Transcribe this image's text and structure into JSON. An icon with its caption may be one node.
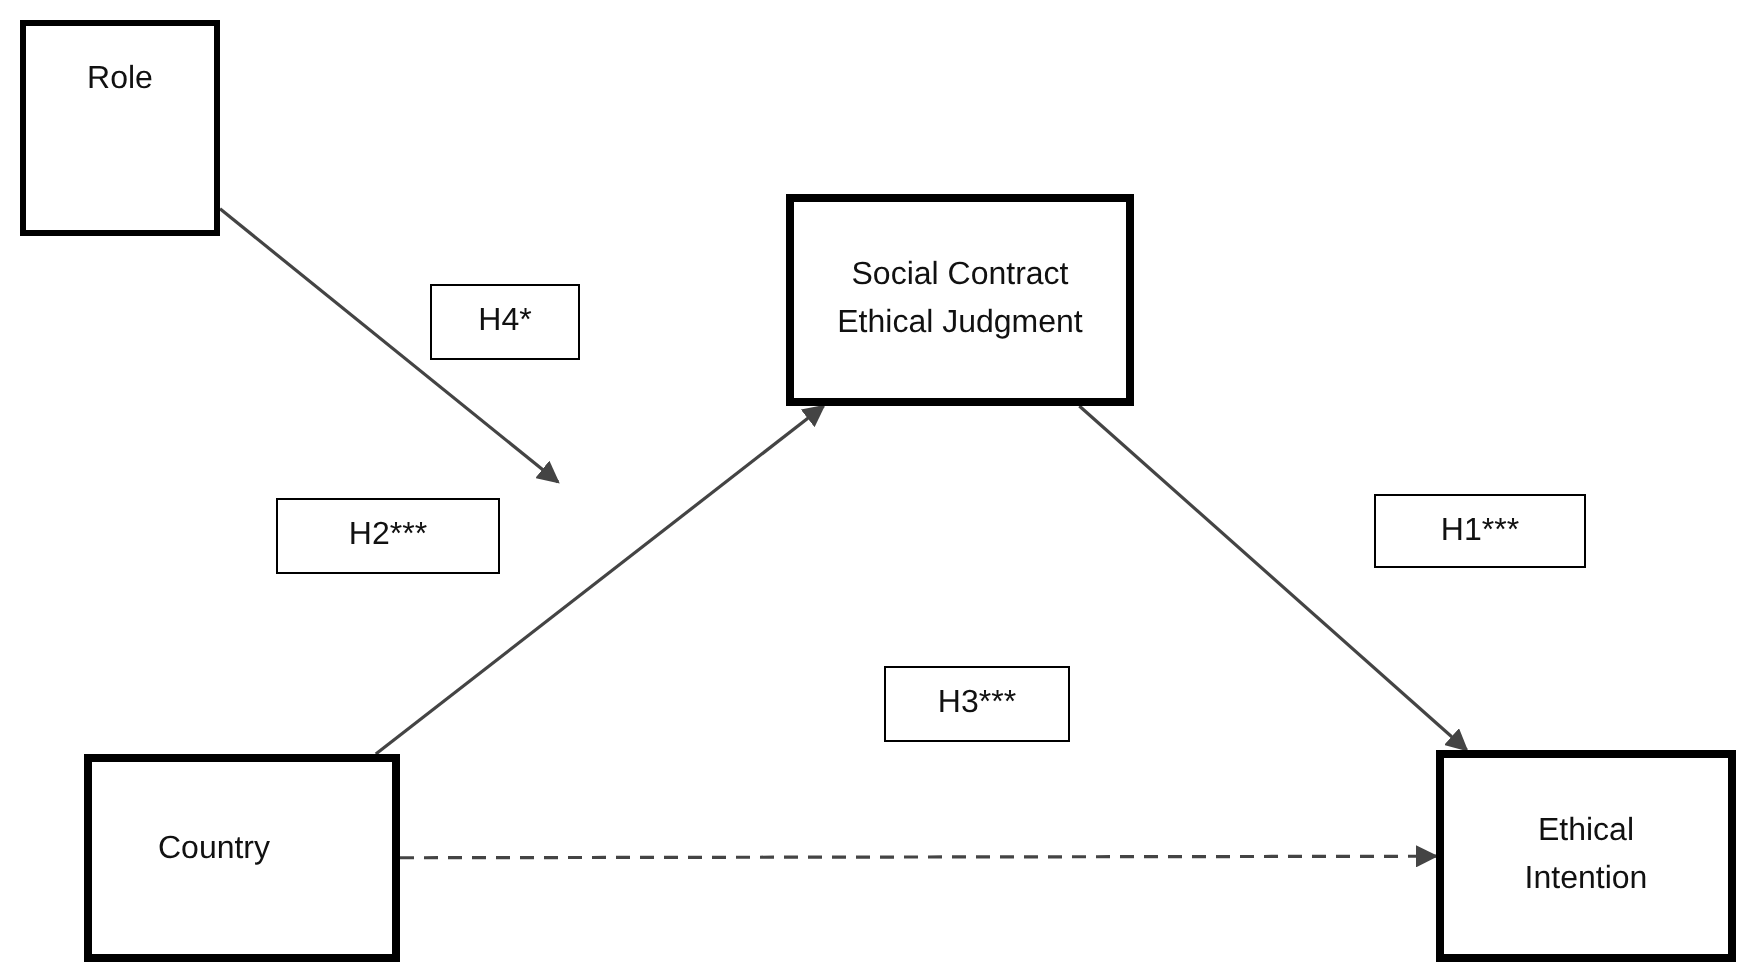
{
  "diagram": {
    "nodes": [
      {
        "text": [
          "Role"
        ]
      },
      {
        "text": [
          "Social Contract Ethical Judgment"
        ]
      },
      {
        "text": [
          "Country"
        ]
      },
      {
        "text": [
          "Ethical Intention"
        ]
      }
    ],
    "edges": [
      {
        "from": 2,
        "to": 1,
        "arrow": "to",
        "label": "H2***"
      },
      {
        "from": 1,
        "to": 3,
        "arrow": "to",
        "label": "H1***"
      },
      {
        "from": 2,
        "to": 3,
        "arrow": "to",
        "label": "H3***",
        "style": "dashed"
      },
      {
        "from": 0,
        "to": null,
        "arrow": "to",
        "label": "H4*"
      }
    ]
  }
}
